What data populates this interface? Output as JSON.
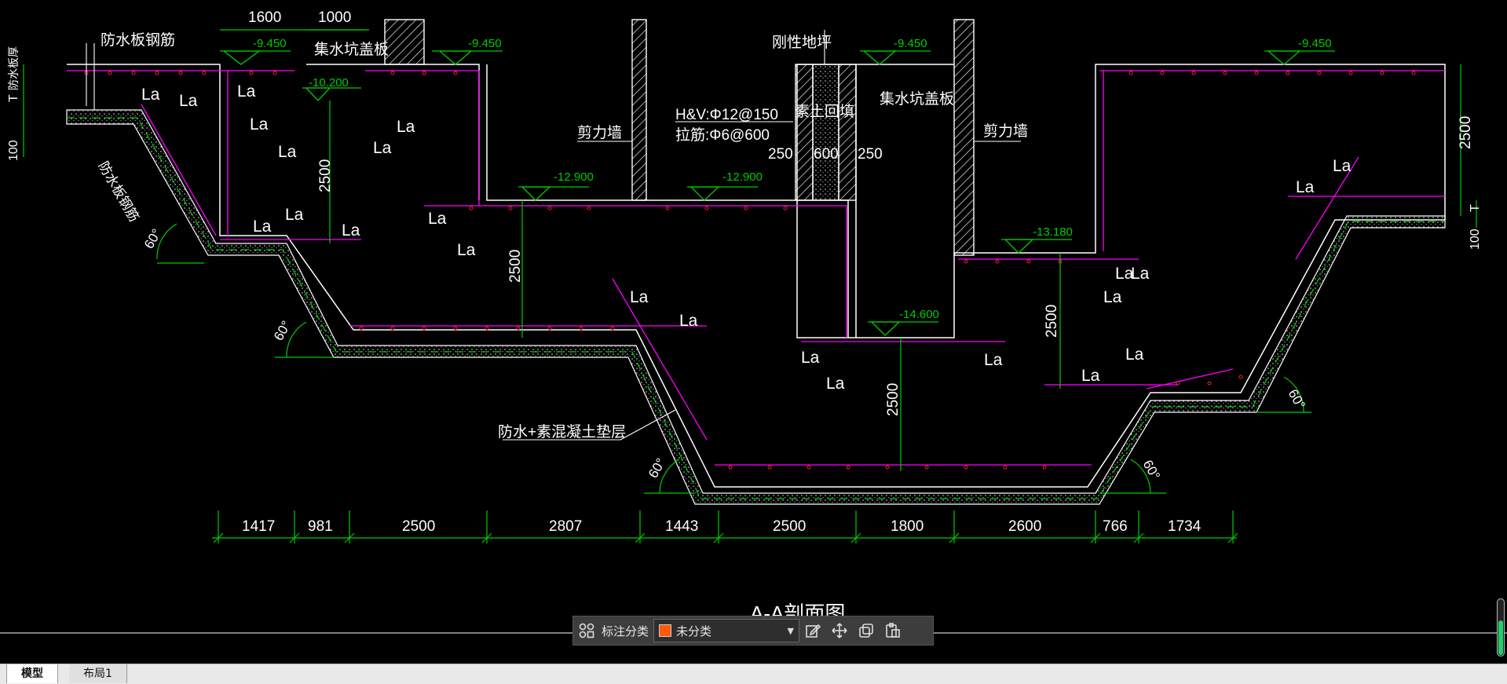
{
  "drawing": {
    "title": "A-A剖面图",
    "annotations": {
      "fangshui_ban_gangjin_1": "防水板钢筋",
      "fangshui_ban_gangjin_2": "防水板钢筋",
      "jishuikeng_gaiban_1": "集水坑盖板",
      "jishuikeng_gaiban_2": "集水坑盖板",
      "gangxing_dipin": "刚性地坪",
      "su_tu_huitian": "素土回填",
      "jianli_qiang_1": "剪力墙",
      "jianli_qiang_2": "剪力墙",
      "rebar_hv": "H&V:Φ12@150",
      "rebar_tie": "拉筋:Φ6@600",
      "dianceng": "防水+素混凝土垫层",
      "fangshui_ban_hou": "防水板厚",
      "dim_top_1600": "1600",
      "dim_top_1000": "1000",
      "dim_250a": "250",
      "dim_600": "600",
      "dim_250b": "250",
      "dim_100_left": "100",
      "dim_100_right": "100",
      "t_left": "T",
      "t_right": "T"
    },
    "levels": [
      "-9.450",
      "-9.450",
      "-9.450",
      "-9.450",
      "-10.200",
      "-12.900",
      "-12.900",
      "-13.180",
      "-14.600"
    ],
    "vertical_dims": [
      "2500",
      "2500",
      "2500",
      "2500",
      "2500"
    ],
    "angle_label": "60°",
    "la_label": "La",
    "bottom_dims": [
      "1417",
      "981",
      "2500",
      "2807",
      "1443",
      "2500",
      "1800",
      "2600",
      "766",
      "1734"
    ]
  },
  "toolbar": {
    "label": "标注分类",
    "selected": "未分类",
    "swatch_color": "#ff5a0a"
  },
  "tabs": [
    {
      "label": "模型"
    },
    {
      "label": "布局1"
    }
  ],
  "colors": {
    "background": "#000000",
    "lines": "#ffffff",
    "dimension": "#00cc00",
    "rebar": "#ff00ff",
    "rebar_dots": "#ff2020"
  }
}
